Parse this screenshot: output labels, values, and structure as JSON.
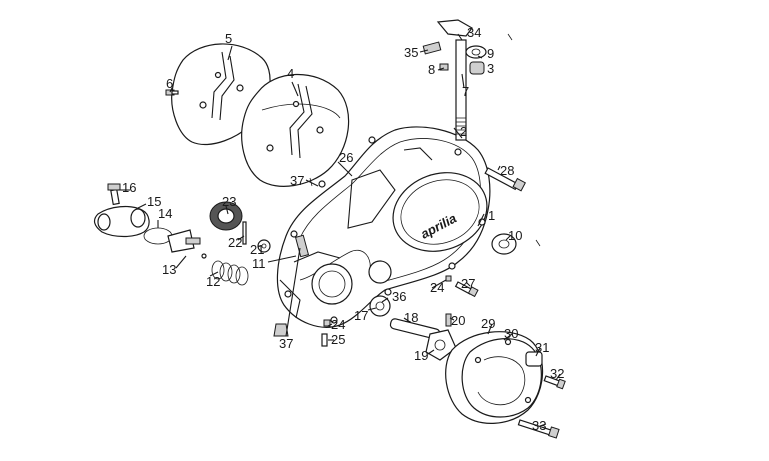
{
  "diagram": {
    "callouts": [
      "1",
      "2",
      "3",
      "4",
      "5",
      "6",
      "7",
      "8",
      "9",
      "10",
      "11",
      "12",
      "13",
      "14",
      "15",
      "16",
      "17",
      "18",
      "19",
      "20",
      "21",
      "22",
      "23",
      "24",
      "24",
      "25",
      "26",
      "27",
      "28",
      "29",
      "30",
      "31",
      "32",
      "33",
      "34",
      "35",
      "36",
      "37",
      "37"
    ],
    "brand_text": "aprilia"
  }
}
